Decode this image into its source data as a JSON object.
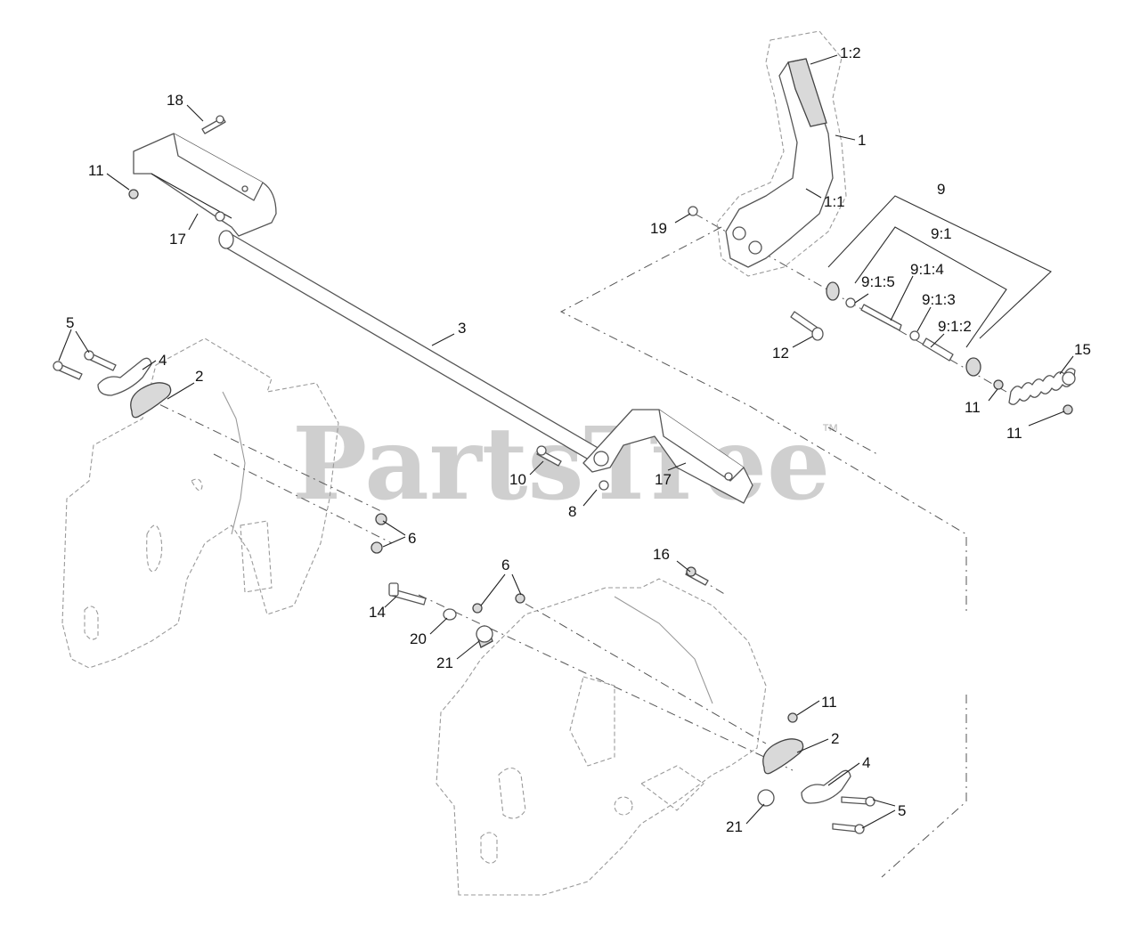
{
  "watermark": {
    "text": "PartsTree",
    "trademark": "™"
  },
  "callouts": {
    "c_1_2": "1:2",
    "c_1": "1",
    "c_1_1": "1:1",
    "c_9": "9",
    "c_9_1": "9:1",
    "c_9_1_5": "9:1:5",
    "c_9_1_4": "9:1:4",
    "c_9_1_3": "9:1:3",
    "c_9_1_2": "9:1:2",
    "c_19": "19",
    "c_12": "12",
    "c_15": "15",
    "c_11_spring_a": "11",
    "c_11_spring_b": "11",
    "c_18": "18",
    "c_11_bracket": "11",
    "c_17_left": "17",
    "c_3": "3",
    "c_5_left": "5",
    "c_4_left": "4",
    "c_2_left": "2",
    "c_10": "10",
    "c_8": "8",
    "c_17_right": "17",
    "c_6_left": "6",
    "c_16": "16",
    "c_6_right": "6",
    "c_14": "14",
    "c_20": "20",
    "c_21_upper": "21",
    "c_11_lower": "11",
    "c_2_right": "2",
    "c_4_right": "4",
    "c_5_right": "5",
    "c_21_lower": "21"
  }
}
